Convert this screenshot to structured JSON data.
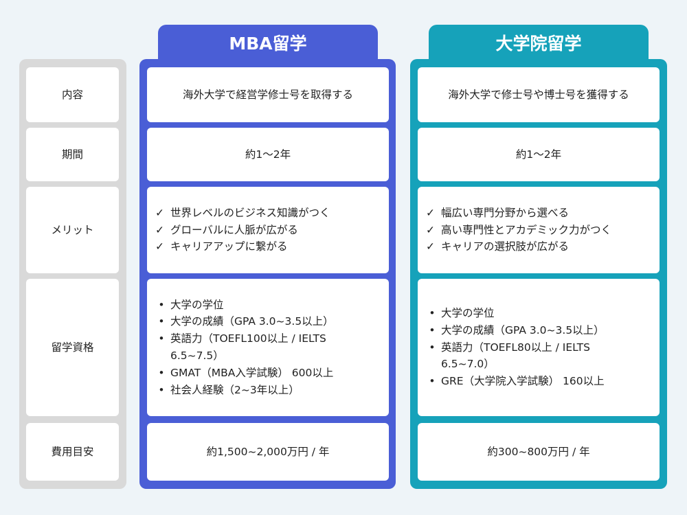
{
  "columns": {
    "mba": {
      "header": "MBA留学",
      "content": "海外大学で経営学修士号を取得する",
      "period": "約1〜2年",
      "merits": [
        "世界レベルのビジネス知識がつく",
        "グローバルに人脈が広がる",
        "キャリアアップに繋がる"
      ],
      "qualifications": [
        "大学の学位",
        "大学の成績（GPA 3.0~3.5以上）",
        "英語力（TOEFL100以上 / IELTS 6.5~7.5）",
        "GMAT（MBA入学試験） 600以上",
        "社会人経験（2~3年以上）"
      ],
      "cost": "約1,500~2,000万円 / 年"
    },
    "grad": {
      "header": "大学院留学",
      "content": "海外大学で修士号や博士号を獲得する",
      "period": "約1〜2年",
      "merits": [
        "幅広い専門分野から選べる",
        "高い専門性とアカデミック力がつく",
        "キャリアの選択肢が広がる"
      ],
      "qualifications": [
        "大学の学位",
        "大学の成績（GPA 3.0~3.5以上）",
        "英語力（TOEFL80以上 / IELTS 6.5~7.0）",
        "GRE（大学院入学試験） 160以上"
      ],
      "cost": "約300~800万円 / 年"
    }
  },
  "row_labels": [
    "内容",
    "期間",
    "メリット",
    "留学資格",
    "費用目安"
  ],
  "icons": {
    "check": "check-icon",
    "bullet": "bullet-icon"
  },
  "colors": {
    "mba": "#4a5ed6",
    "grad": "#16a2ba",
    "label_bg": "#d9d9d9",
    "background": "#eef4f8"
  }
}
